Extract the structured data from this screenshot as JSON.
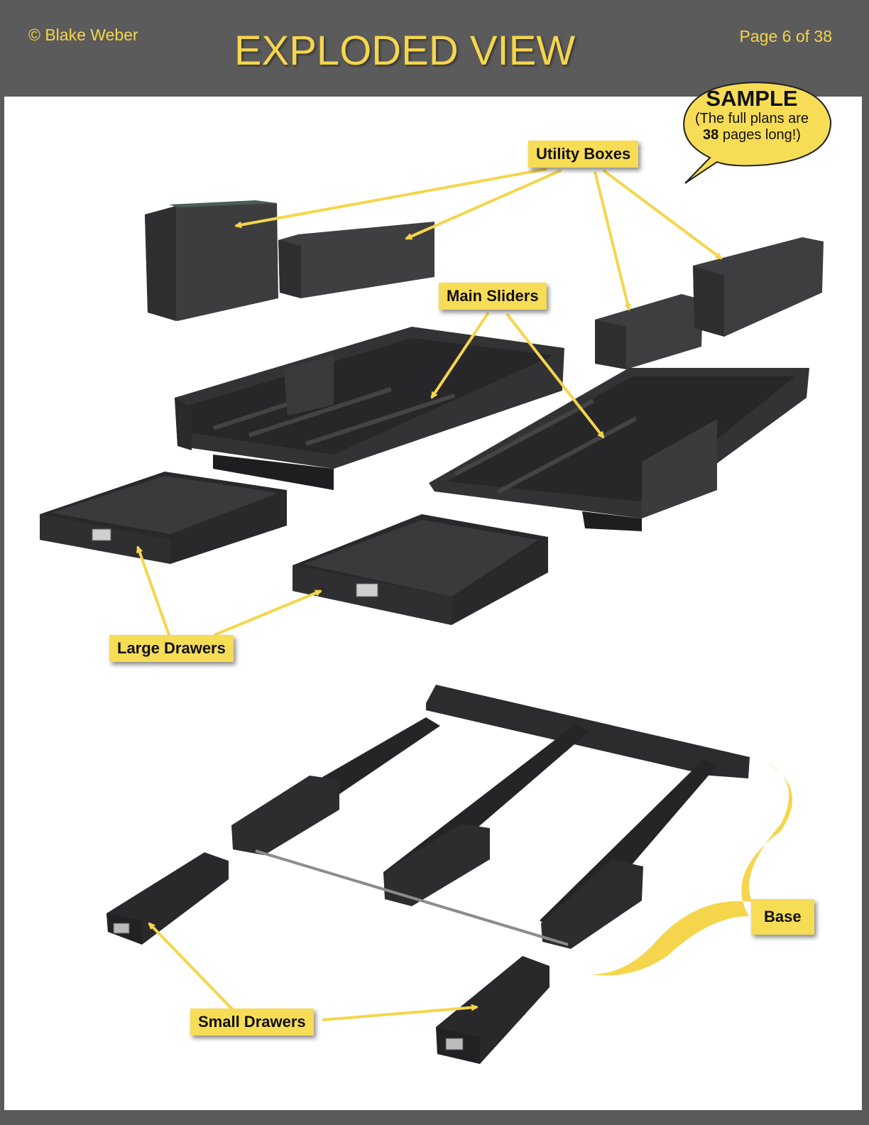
{
  "header": {
    "copyright": "© Blake Weber",
    "title": "EXPLODED VIEW",
    "page": "Page 6 of 38"
  },
  "sample_bubble": {
    "title": "SAMPLE",
    "line1": "(The full plans are",
    "line2_bold": "38",
    "line2_rest": " pages long!)"
  },
  "labels": {
    "utility_boxes": "Utility Boxes",
    "main_sliders": "Main Sliders",
    "large_drawers": "Large Drawers",
    "base": "Base",
    "small_drawers": "Small Drawers"
  },
  "colors": {
    "header_bg": "#5b5b5b",
    "accent_yellow": "#f5d54c",
    "label_bg": "#f7dc55",
    "part_dark": "#3c3c3e"
  }
}
